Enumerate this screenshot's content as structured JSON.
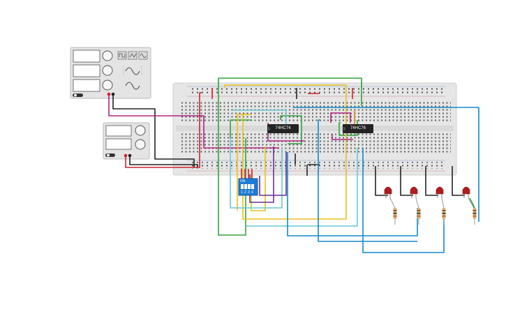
{
  "circuit": {
    "ics": [
      {
        "part": "74HC74"
      },
      {
        "part": "74HC76"
      }
    ],
    "dip_switch": {
      "on_label": "ON",
      "switch_numbers": [
        "1",
        "2",
        "3",
        "4"
      ]
    },
    "function_generator": {
      "waveforms": [
        "square-wave-icon",
        "triangle-wave-icon",
        "sine-wave-icon"
      ]
    },
    "power_supply": {
      "outputs": 2
    },
    "leds": 4,
    "resistors": 4,
    "wire_colors": {
      "black": "#222222",
      "red": "#d0202a",
      "magenta": "#b0217f",
      "green": "#2ea43a",
      "yellow": "#e7c21a",
      "blue": "#1289c8",
      "cyan": "#66c9d6",
      "purple": "#6b2f94",
      "orange": "#e08a1e"
    }
  }
}
